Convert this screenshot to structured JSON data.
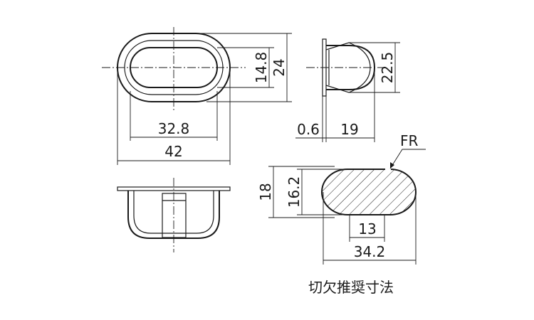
{
  "dimensions": {
    "inner_length": "32.8",
    "outer_length": "42",
    "inner_width": "14.8",
    "outer_width": "24",
    "flange_thickness": "0.6",
    "depth": "19",
    "side_height": "22.5",
    "cutout_outer": "18",
    "cutout_inner": "16.2",
    "cutout_flat": "13",
    "cutout_length": "34.2",
    "fr_label": "FR"
  },
  "caption": "切欠推奨寸法",
  "colors": {
    "line": "#1a1a1a",
    "background": "#ffffff"
  }
}
